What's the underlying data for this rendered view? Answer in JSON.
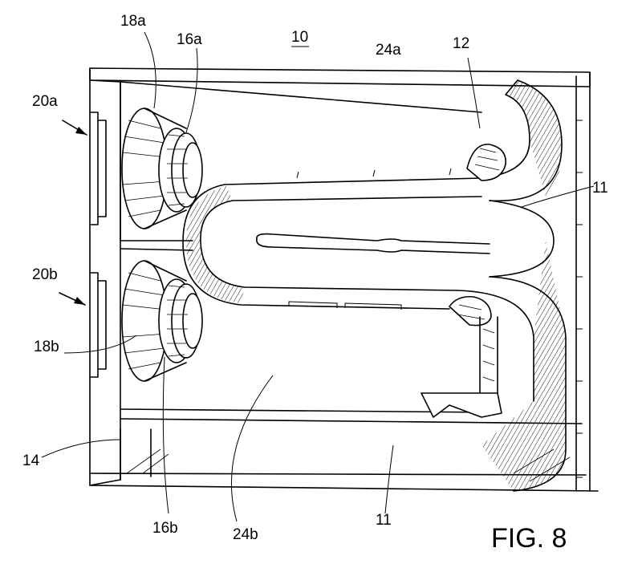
{
  "figure": {
    "title": "FIG. 8"
  },
  "labels": {
    "assembly": "10",
    "tube": "11",
    "tube_lower": "11",
    "connector": "12",
    "frame": "14",
    "cap_a": "16a",
    "cap_b": "16b",
    "housing_a": "18a",
    "housing_b": "18b",
    "unit_a": "20a",
    "unit_b": "20b",
    "chamber_a": "24a",
    "chamber_b": "24b"
  },
  "colors": {
    "ink": "#000000",
    "paper": "#ffffff"
  }
}
